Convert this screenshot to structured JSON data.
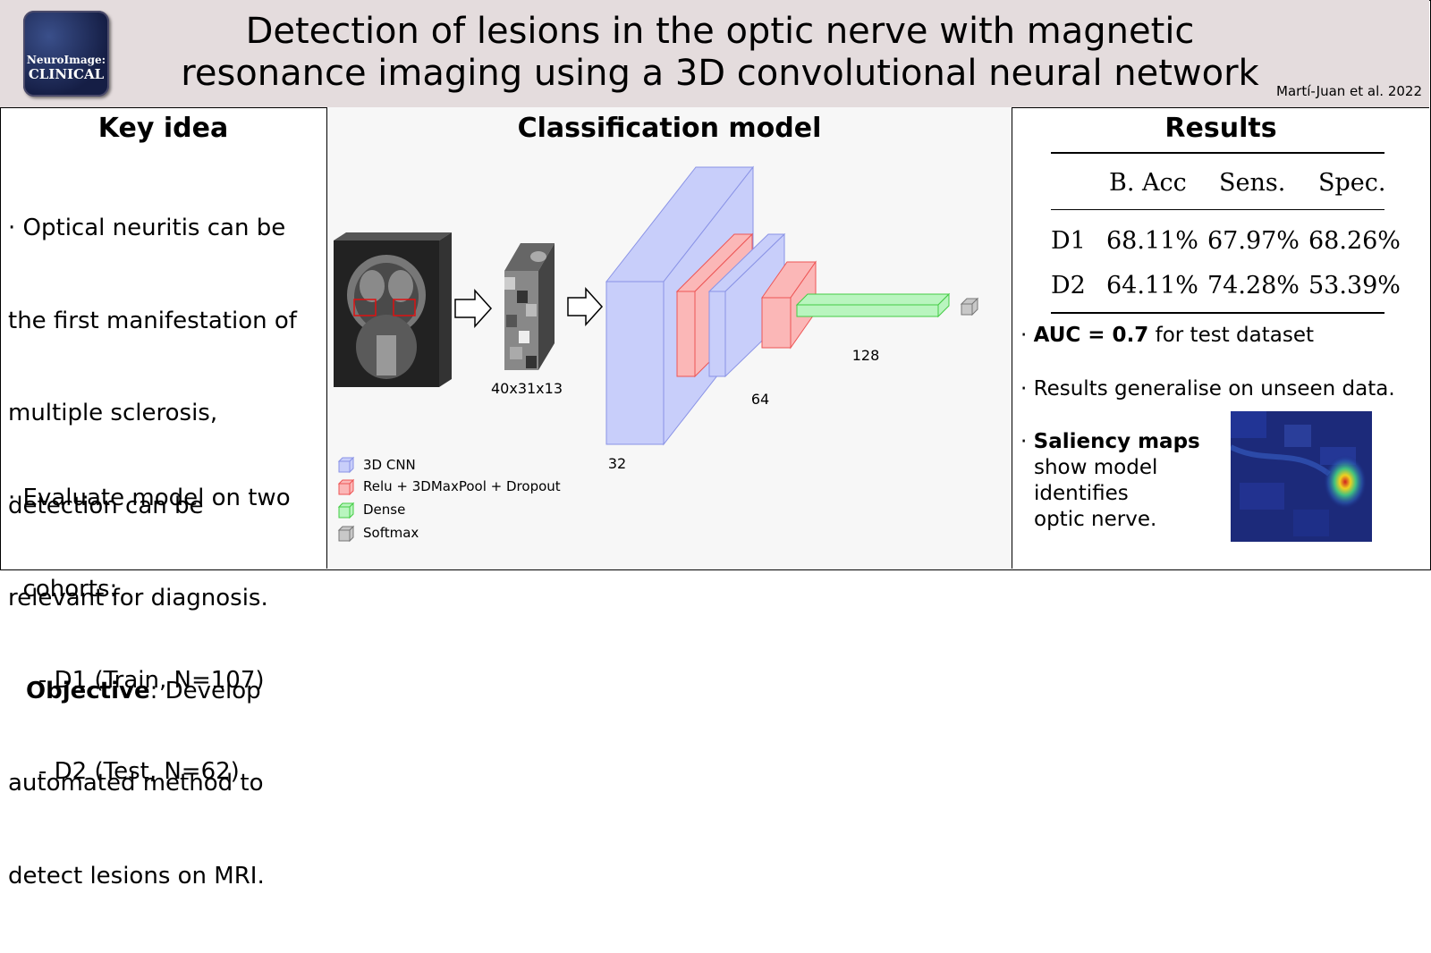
{
  "header": {
    "logo_line1": "NeuroImage:",
    "logo_line2": "CLINICAL",
    "title_line1": "Detection of lesions in the optic nerve with magnetic",
    "title_line2": "resonance imaging using a 3D convolutional neural network",
    "citation": "Martí-Juan et al. 2022"
  },
  "key_idea": {
    "heading": "Key idea",
    "lines": [
      "· Optical neuritis can be",
      "the first manifestation of",
      "multiple sclerosis,",
      "detection can be",
      "relevant for diagnosis."
    ],
    "objective_bold": "Objective",
    "objective_rest": ": Develop",
    "objective_lines": [
      "automated method to",
      "detect lesions on MRI."
    ],
    "evaluate_lines": [
      "· Evaluate model on two",
      "  cohorts:"
    ],
    "cohorts": [
      "- D1 (Train, N=107)",
      "- D2 (Test, N=62)"
    ]
  },
  "model": {
    "heading": "Classification model",
    "patch_label": "40x31x13",
    "dims": [
      "32",
      "64",
      "128"
    ],
    "legend": [
      {
        "label": "3D CNN",
        "color": "#c8cefa"
      },
      {
        "label": "Relu + 3DMaxPool + Dropout",
        "color": "#fbb7b7"
      },
      {
        "label": "Dense",
        "color": "#b9f5bf"
      },
      {
        "label": "Softmax",
        "color": "#c8c8c8"
      }
    ]
  },
  "results": {
    "heading": "Results",
    "table": {
      "columns": [
        "",
        "B. Acc",
        "Sens.",
        "Spec."
      ],
      "rows": [
        {
          "label": "D1",
          "values": [
            "68.11%",
            "67.97%",
            "68.26%"
          ]
        },
        {
          "label": "D2",
          "values": [
            "64.11%",
            "74.28%",
            "53.39%"
          ]
        }
      ]
    },
    "auc_bold": "AUC = 0.7",
    "auc_rest": " for test dataset",
    "generalise": "· Results generalise on unseen data.",
    "saliency_bold": "Saliency maps",
    "saliency_lines": [
      "show model",
      "identifies",
      "optic nerve."
    ]
  }
}
